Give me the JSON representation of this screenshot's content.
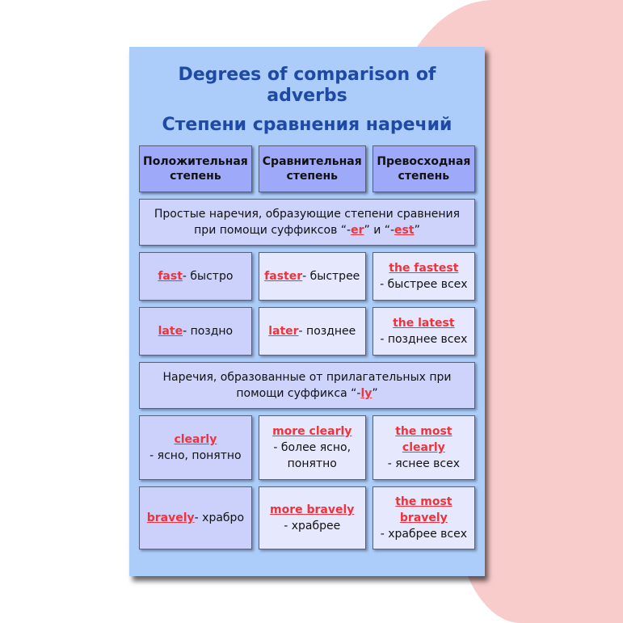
{
  "title_en": "Degrees of comparison of adverbs",
  "title_ru": "Степени сравнения наречий",
  "headers": [
    "Положительная степень",
    "Сравнительная степень",
    "Превосходная степень"
  ],
  "section1": {
    "text_before": "Простые наречия, образующие степени сравнения при помощи суффиксов “-",
    "suffix1": "er",
    "text_mid": "” и “-",
    "suffix2": "est",
    "text_after": "”"
  },
  "section2": {
    "text_before": "Наречия, образованные от прилагательных при помощи суффикса “-",
    "suffix": "ly",
    "text_after": "”"
  },
  "rows1": [
    [
      {
        "en": "fast",
        "ru": " - быстро"
      },
      {
        "en": "faster",
        "ru": " - быстрее"
      },
      {
        "en": "the fastest",
        "ru": " - быстрее всех"
      }
    ],
    [
      {
        "en": "late",
        "ru": " - поздно"
      },
      {
        "en": "later",
        "ru": " - позднее"
      },
      {
        "en": "the latest",
        "ru": " - позднее всех"
      }
    ]
  ],
  "rows2": [
    [
      {
        "en": "clearly",
        "ru": " - ясно, понятно"
      },
      {
        "en": "more clearly",
        "ru": " - более ясно, понятно"
      },
      {
        "en": "the most clearly",
        "ru": " - яснее всех"
      }
    ],
    [
      {
        "en": "bravely",
        "ru": " - храбро"
      },
      {
        "en": "more bravely",
        "ru": " - храбрее"
      },
      {
        "en": "the most bravely",
        "ru": " - храбрее всех"
      }
    ]
  ],
  "colors": {
    "title": "#1e4aa6",
    "accent_red": "#f0323c",
    "poster_bg": "#acccfa",
    "header_bg": "#9fa9fa",
    "blob": "#f9cccc"
  }
}
